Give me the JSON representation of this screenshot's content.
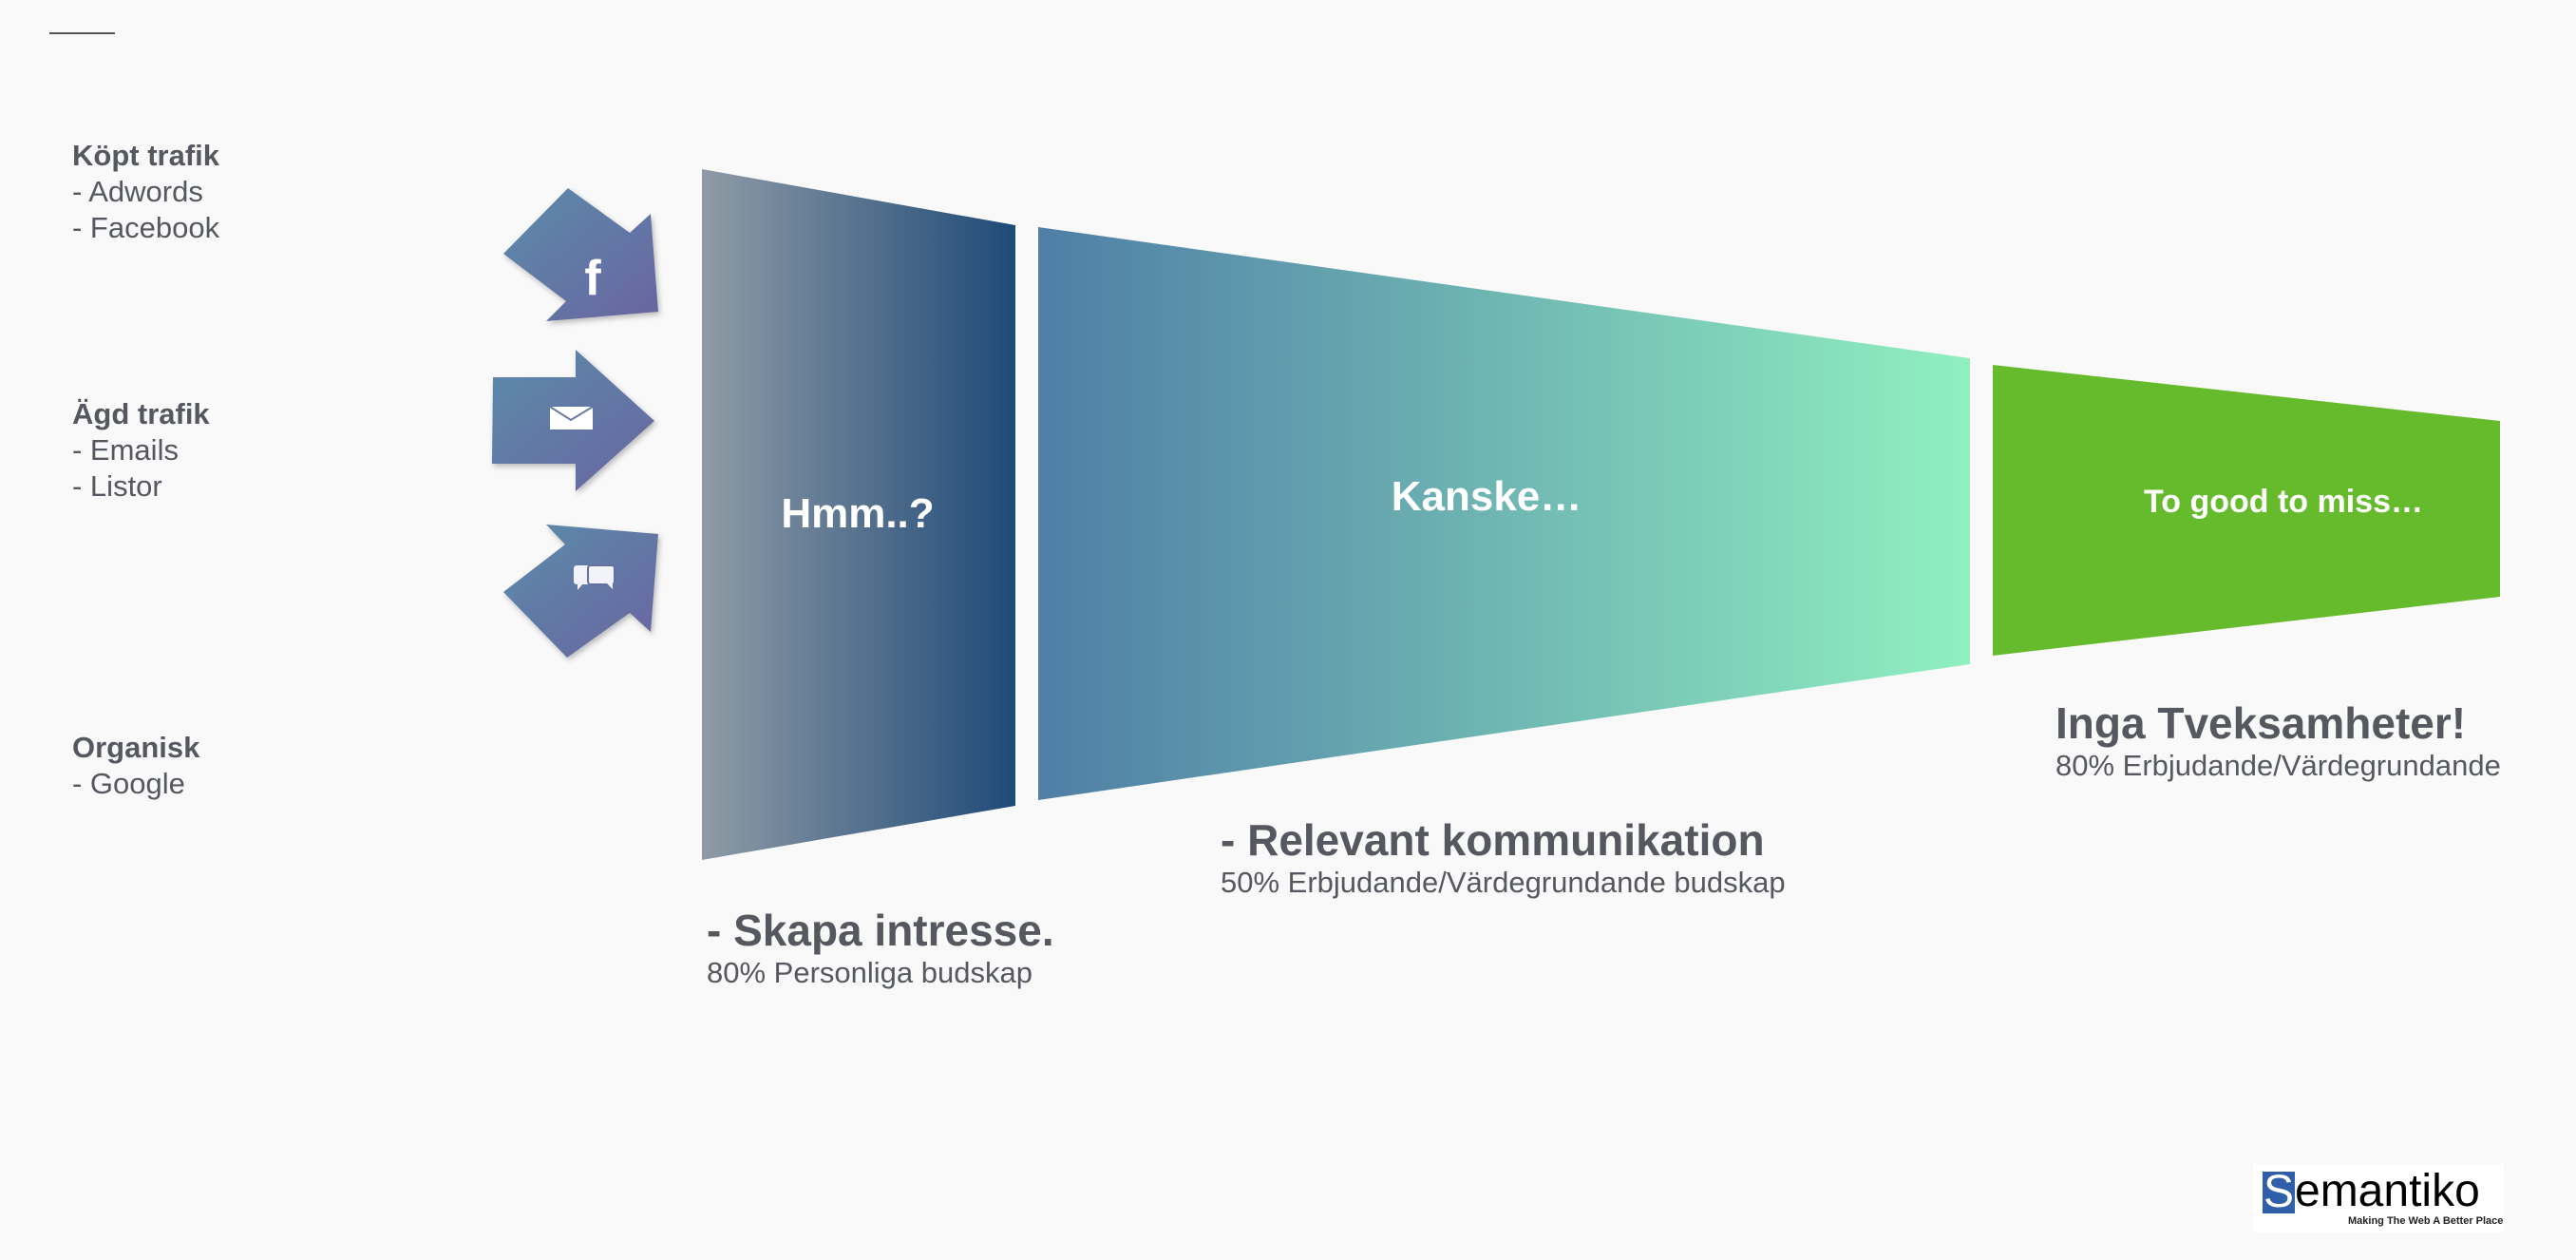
{
  "sources": [
    {
      "title": "Köpt trafik",
      "items": [
        "- Adwords",
        "- Facebook"
      ]
    },
    {
      "title": "Ägd trafik",
      "items": [
        "- Emails",
        "- Listor"
      ]
    },
    {
      "title": "Organisk",
      "items": [
        "- Google"
      ]
    }
  ],
  "arrows": [
    {
      "icon": "facebook-icon"
    },
    {
      "icon": "envelope-icon"
    },
    {
      "icon": "chat-bubbles-icon"
    }
  ],
  "funnel": [
    {
      "label": "Hmm..?",
      "title": "- Skapa intresse.",
      "sub": "80% Personliga budskap"
    },
    {
      "label": "Kanske…",
      "title": "-  Relevant kommunikation",
      "sub": "50% Erbjudande/Värdegrundande budskap"
    },
    {
      "label": "To good to miss…",
      "title": "Inga Tveksamheter!",
      "sub": "80% Erbjudande/Värdegrundande"
    }
  ],
  "logo": {
    "letter": "S",
    "rest": "emantiko",
    "tagline": "Making The Web A Better Place"
  },
  "colors": {
    "text": "#55585e",
    "stage1_start": "#8f9ba6",
    "stage1_end": "#1f4a78",
    "stage2_start": "#4f7ea6",
    "stage2_end": "#90f0c0",
    "stage3": "#66bb2c",
    "arrow_start": "#5a8caa",
    "arrow_end": "#6a64a0"
  }
}
